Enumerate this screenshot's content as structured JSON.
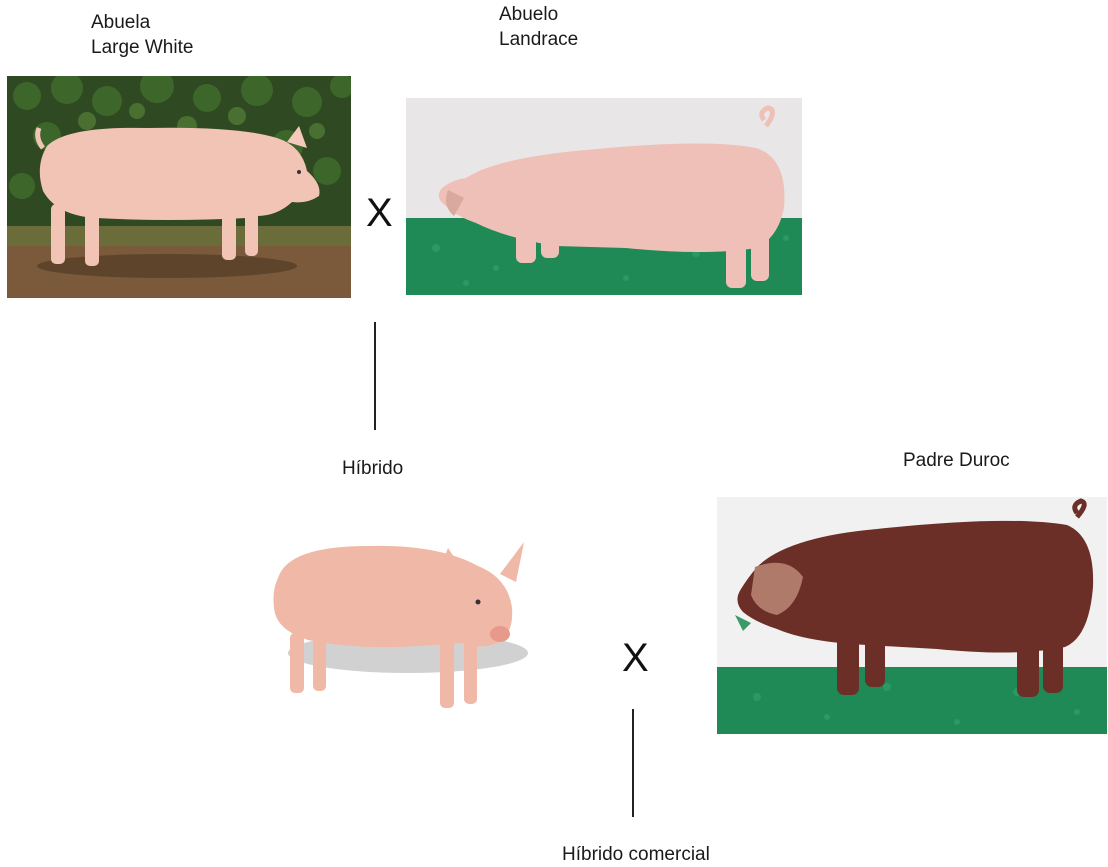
{
  "grandmother": {
    "role": "Abuela",
    "breed": "Large White"
  },
  "grandfather": {
    "role": "Abuelo",
    "breed": "Landrace"
  },
  "hybrid": {
    "label": "Híbrido"
  },
  "sire": {
    "label": "Padre Duroc"
  },
  "commercial": {
    "label": "Híbrido comercial"
  },
  "cross_symbol": "X",
  "colors": {
    "large_white_pig": "#f2c4b6",
    "landrace_pig": "#efc0b8",
    "duroc_pig": "#6b2f28",
    "hedge": "#2f4a22",
    "straw_ground": "#7a5a3a",
    "green_bedding": "#1f8a55"
  }
}
